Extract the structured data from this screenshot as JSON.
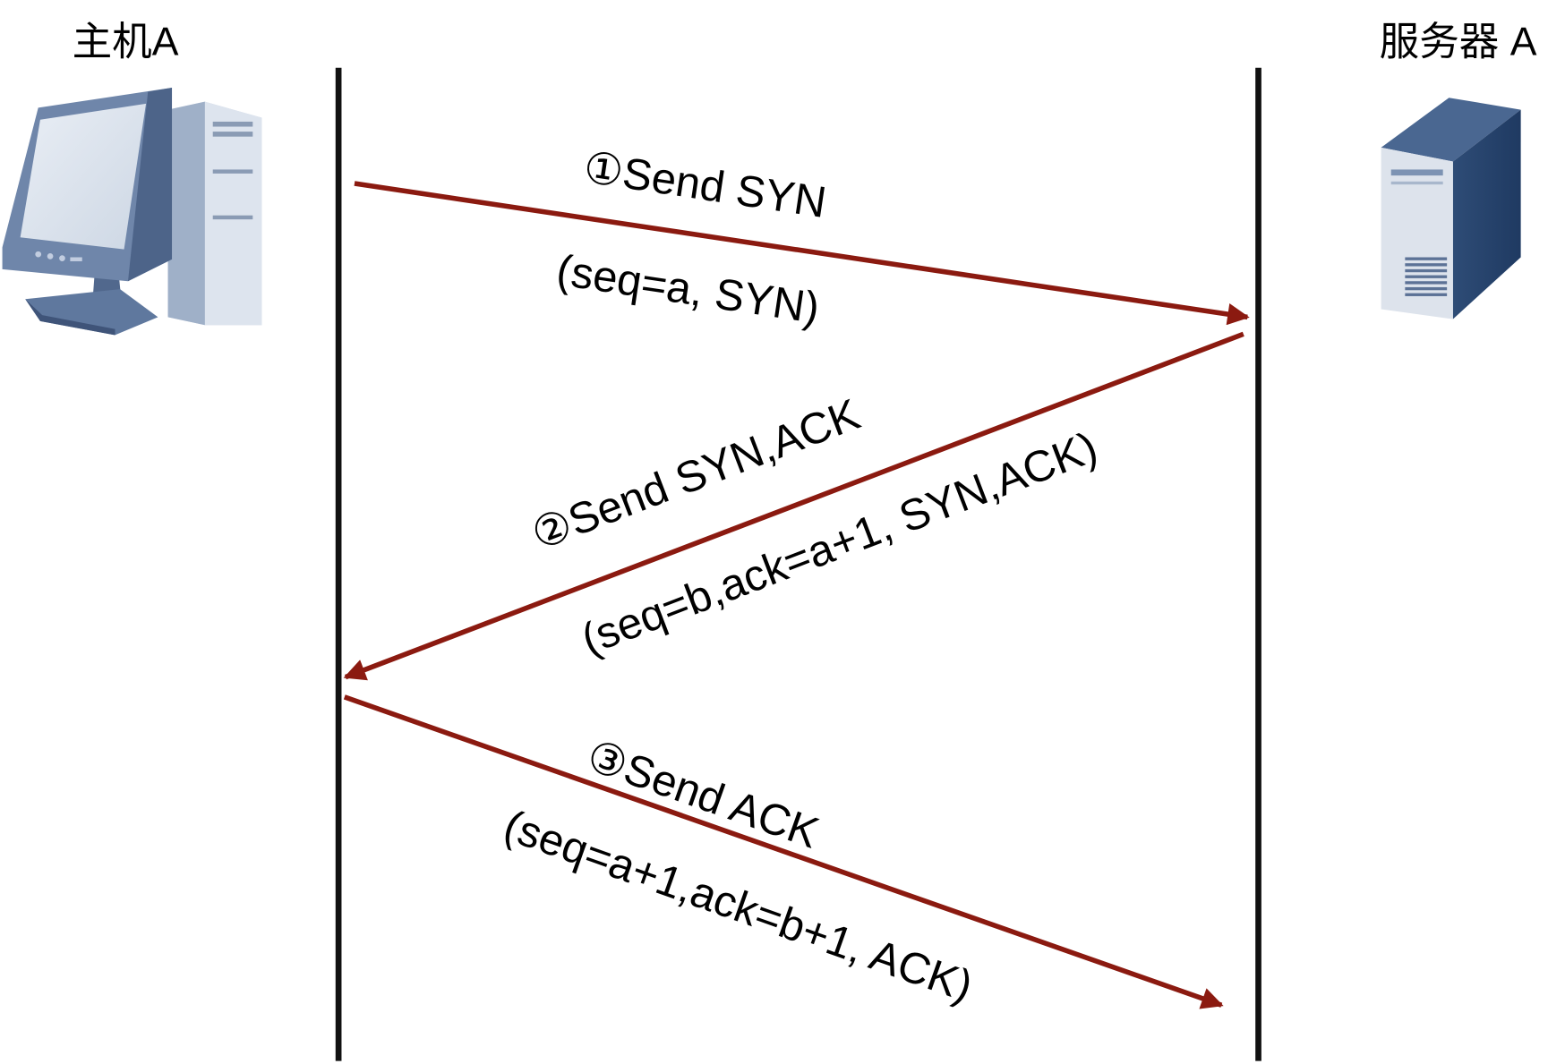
{
  "participants": {
    "host": {
      "label": "主机A",
      "icon": "desktop-computer-icon"
    },
    "server": {
      "label": "服务器 A",
      "icon": "server-tower-icon"
    }
  },
  "messages": [
    {
      "step": "①",
      "title": "Send SYN",
      "detail": "(seq=a, SYN)",
      "direction": "host-to-server"
    },
    {
      "step": "②",
      "title": "Send SYN,ACK",
      "detail": "(seq=b,ack=a+1, SYN,ACK)",
      "direction": "server-to-host"
    },
    {
      "step": "③",
      "title": "Send ACK",
      "detail": "(seq=a+1,ack=b+1, ACK)",
      "direction": "host-to-server"
    }
  ],
  "colors": {
    "arrow": "#8b1a10",
    "lifeline": "#111111",
    "monitor_frame": "#6f86aa",
    "monitor_screen": "#dfe6f0",
    "tower_side": "#b9c6d8",
    "server_front": "#dde3ec",
    "server_side": "#2c4a73"
  }
}
